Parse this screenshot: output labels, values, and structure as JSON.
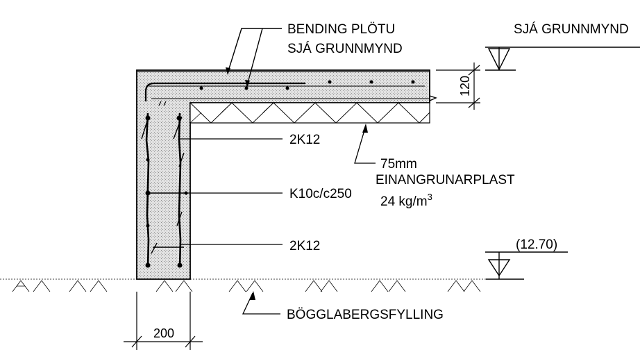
{
  "labels": {
    "bending_line1": "BENDING PLÖTU",
    "bending_line2": "SJÁ GRUNNMYND",
    "level_ref": "SJÁ GRUNNMYND",
    "rebar_top": "2K12",
    "stirrups": "K10c/c250",
    "rebar_bottom": "2K12",
    "insulation_thickness": "75mm",
    "insulation_name": "EINANGRUNARPLAST",
    "insulation_density": "24 kg/m",
    "insulation_density_exp": "3",
    "fill_material": "BÖGGLABERGSFYLLING",
    "level_value": "(12.70)"
  },
  "dimensions": {
    "slab_thickness": "120",
    "wall_width": "200"
  },
  "colors": {
    "ink": "#000000",
    "concrete_fill": "#d9d9d9",
    "background": "#ffffff"
  }
}
